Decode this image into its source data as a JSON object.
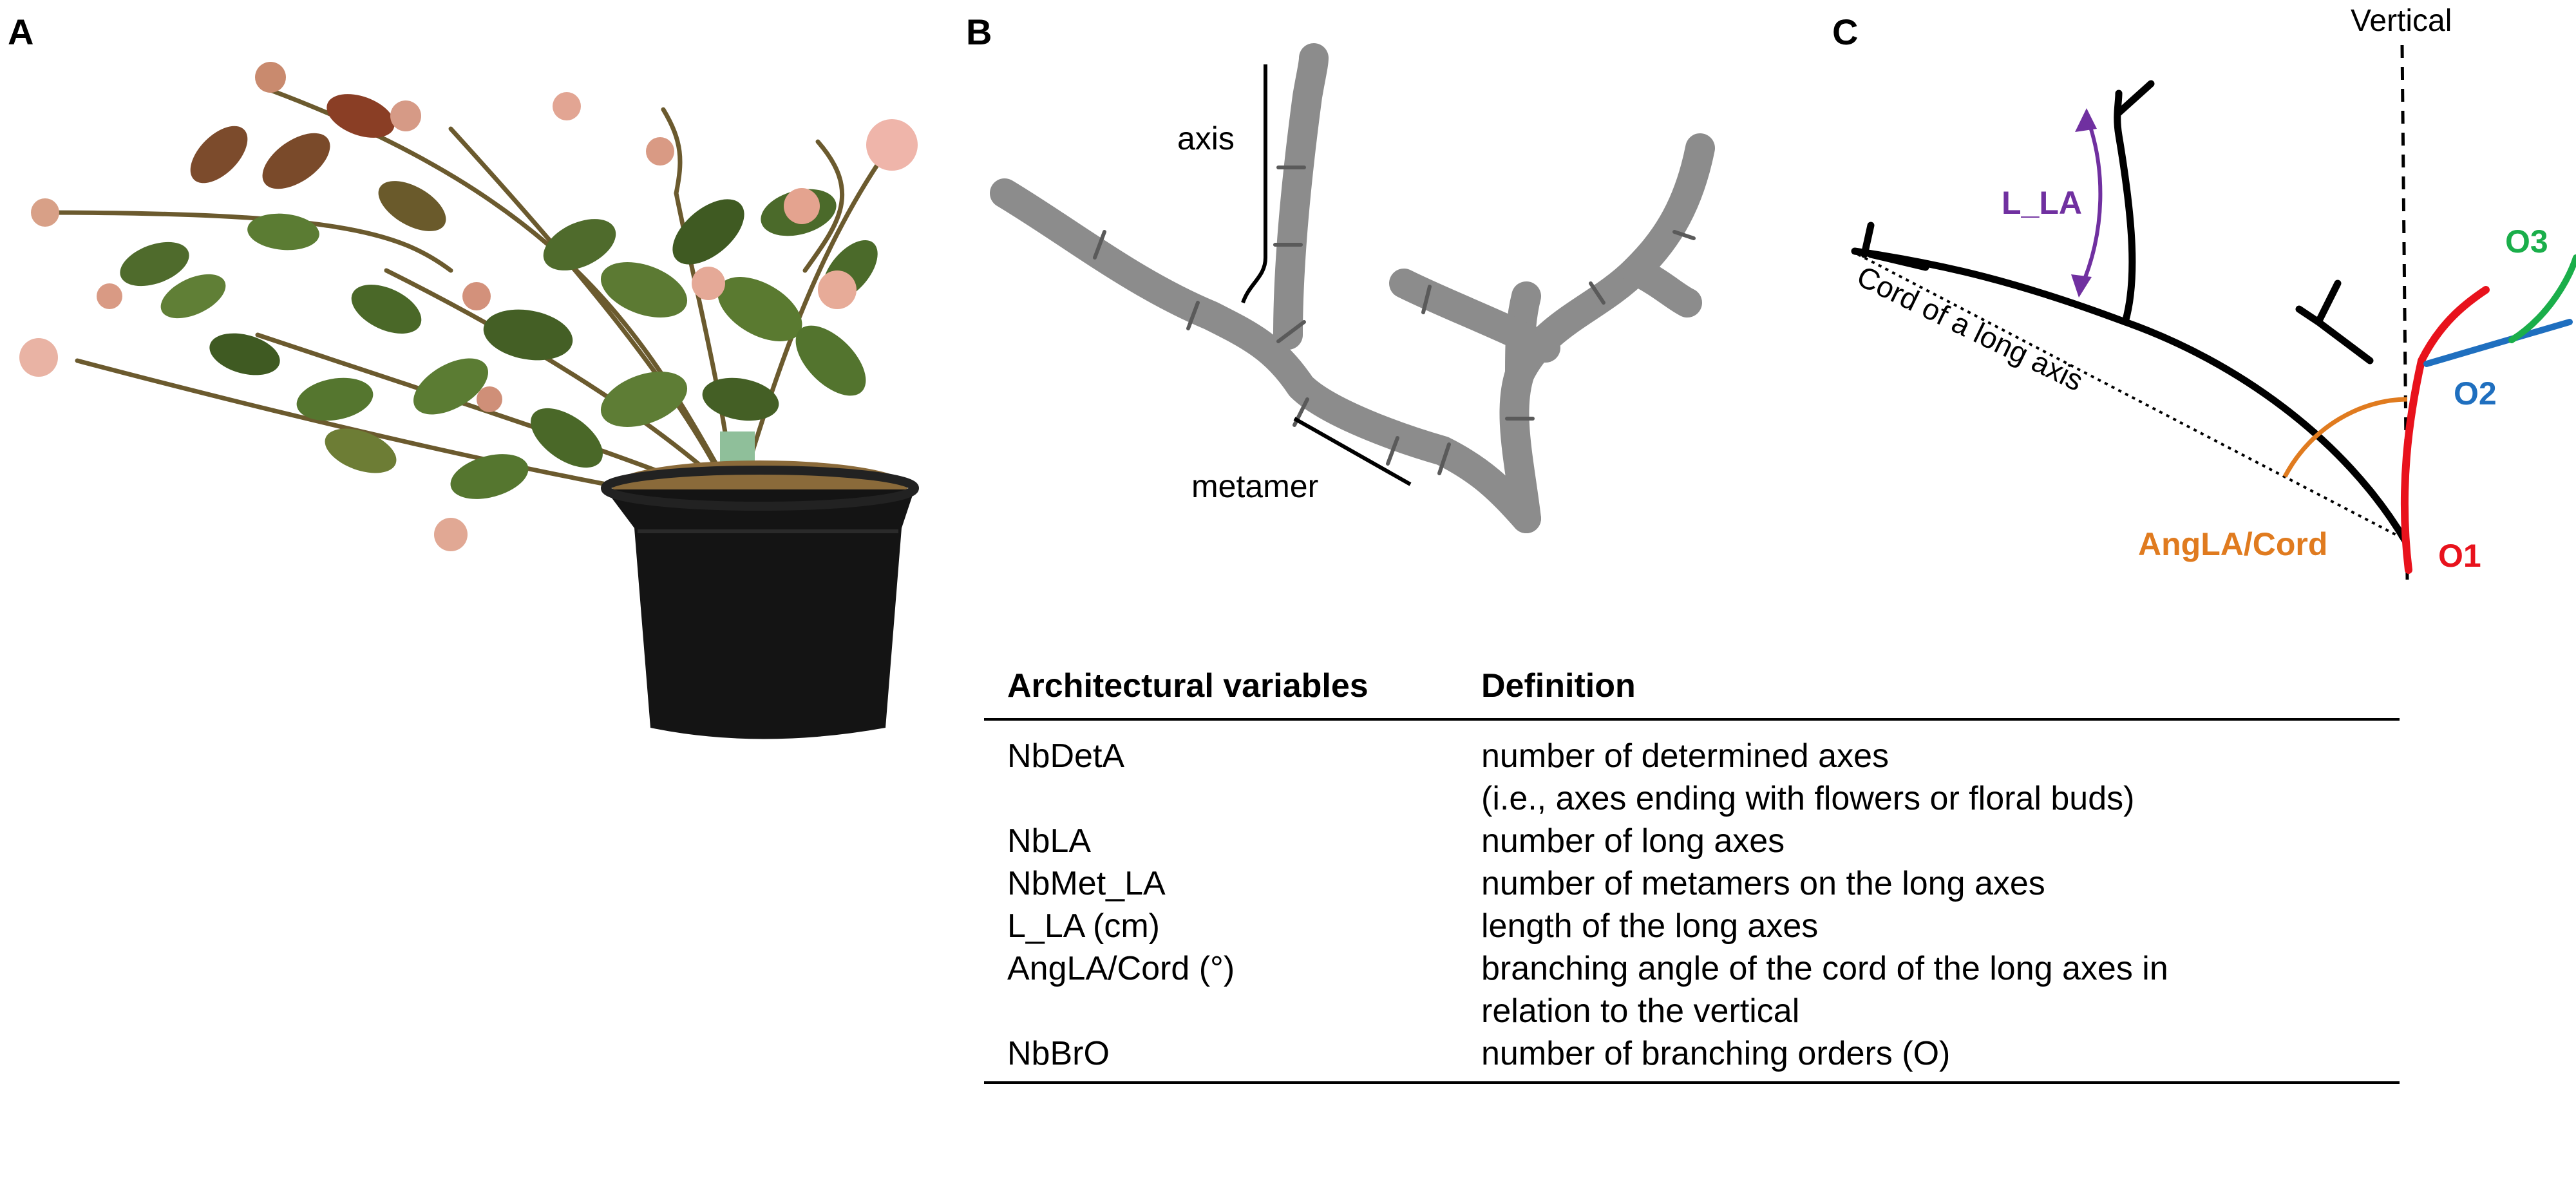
{
  "panels": {
    "a": "A",
    "b": "B",
    "c": "C"
  },
  "labels_b": {
    "axis": "axis",
    "metamer": "metamer"
  },
  "labels_c": {
    "vertical": "Vertical",
    "l_la": "L_LA",
    "cord": "Cord of a long axis",
    "o3": "O3",
    "o2": "O2",
    "o1": "O1",
    "angle": "AngLA/Cord"
  },
  "colors": {
    "purple": "#7030a0",
    "orange": "#e07b1f",
    "red": "#e8121c",
    "blue": "#1f6fbf",
    "green": "#1aae4a",
    "tube": "#8c8c8c",
    "pot": "#141414",
    "leaf": "#4f6b2c"
  },
  "table": {
    "headers": [
      "Architectural variables",
      "Definition"
    ],
    "rows": [
      [
        "NbDetA",
        "number of determined axes"
      ],
      [
        "",
        "(i.e., axes ending with flowers or floral buds)"
      ],
      [
        "NbLA",
        "number of long axes"
      ],
      [
        "NbMet_LA",
        "number of metamers on the long axes"
      ],
      [
        "L_LA (cm)",
        "length of the long axes"
      ],
      [
        "AngLA/Cord (°)",
        "branching angle of the cord of the long axes in"
      ],
      [
        "",
        "relation to the vertical"
      ],
      [
        "NbBrO",
        "number of branching orders (O)"
      ]
    ]
  }
}
